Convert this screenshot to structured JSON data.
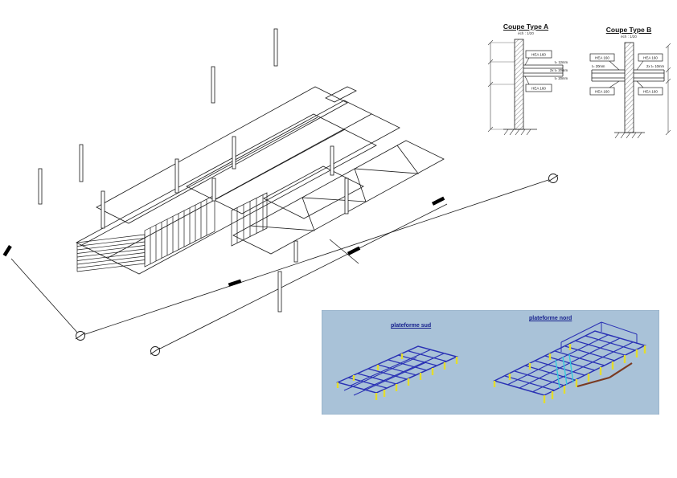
{
  "coupe_a": {
    "title": "Coupe Type A",
    "scale": "éch : 1/20",
    "hea_top": "HEA 160",
    "hea_bottom": "HEA 160",
    "dim_1": "t= 12mm",
    "dim_2": "2x t= 20mm",
    "dim_3": "t= 20mm"
  },
  "coupe_b": {
    "title": "Coupe Type B",
    "scale": "éch : 1/20",
    "hea_top_left": "HEA 160",
    "hea_top_right": "HEA 160",
    "hea_bottom_left": "HEA 160",
    "hea_bottom_right": "HEA 160",
    "dim_left": "t= 20mm",
    "dim_right": "2x t= 10mm"
  },
  "render_panel": {
    "title_left": "plateforme sud",
    "title_right": "plateforme nord",
    "background": "#a9c2d8",
    "frame_color": "#2a31b4",
    "post_color": "#e3dc2e",
    "brace_color": "#35c9dd",
    "beam_color": "#7a3a22",
    "title_color": "#141e8c"
  },
  "drawing": {
    "line_color": "#1a1a1a"
  }
}
